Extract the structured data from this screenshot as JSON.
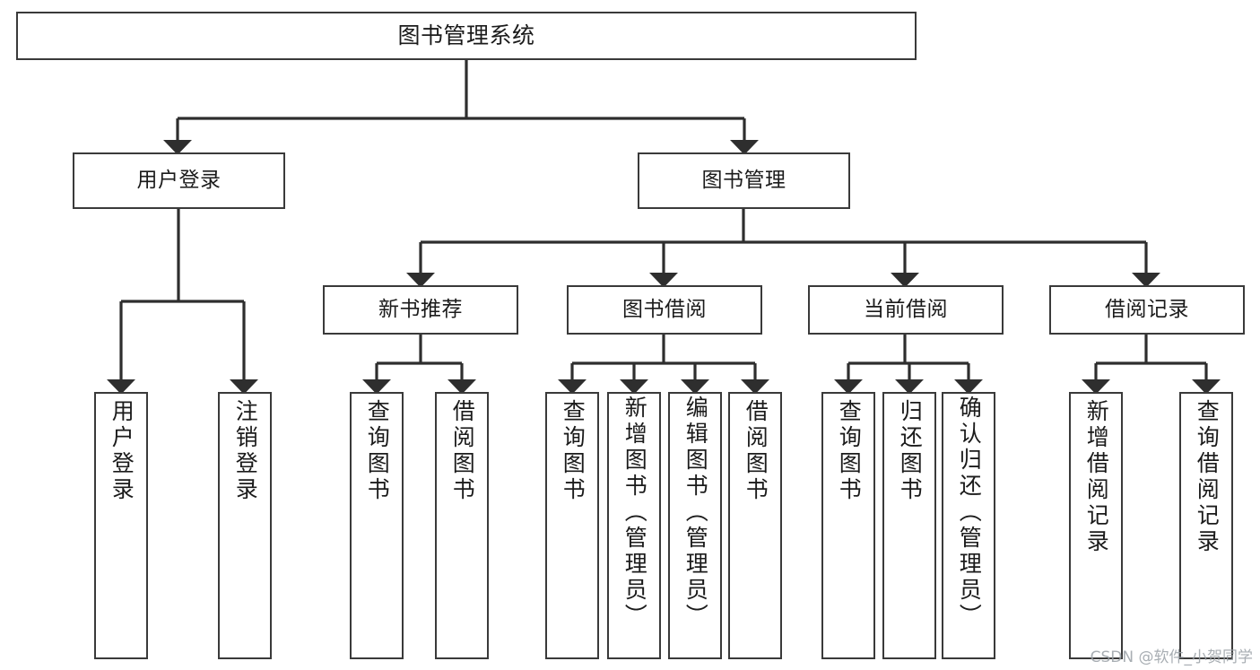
{
  "diagram": {
    "type": "tree",
    "title": "图书管理系统",
    "watermark": "CSDN @软件_小贺同学",
    "colors": {
      "box_border": "#3a3a3a",
      "box_fill": "#ffffff",
      "edge": "#2e2e2e",
      "text": "#1b1b1b",
      "watermark": "#9aa0a6"
    },
    "nodes": {
      "root": {
        "label": "图书管理系统"
      },
      "level2": [
        {
          "id": "user-login",
          "label": "用户登录"
        },
        {
          "id": "book-manage",
          "label": "图书管理"
        }
      ],
      "level3": [
        {
          "id": "new-book-recommend",
          "label": "新书推荐"
        },
        {
          "id": "book-borrow",
          "label": "图书借阅"
        },
        {
          "id": "current-borrow",
          "label": "当前借阅"
        },
        {
          "id": "borrow-record",
          "label": "借阅记录"
        }
      ],
      "leaves": {
        "user_login": [
          {
            "id": "leaf-user-login",
            "label": "用户登录"
          },
          {
            "id": "leaf-logout-login",
            "label": "注销登录"
          }
        ],
        "new_book_recommend": [
          {
            "id": "leaf-query-book-1",
            "label": "查询图书"
          },
          {
            "id": "leaf-borrow-book-1",
            "label": "借阅图书"
          }
        ],
        "book_borrow": [
          {
            "id": "leaf-query-book-2",
            "label": "查询图书"
          },
          {
            "id": "leaf-add-book-admin",
            "label": "新增图书（管理员）"
          },
          {
            "id": "leaf-edit-book-admin",
            "label": "编辑图书（管理员）"
          },
          {
            "id": "leaf-borrow-book-2",
            "label": "借阅图书"
          }
        ],
        "current_borrow": [
          {
            "id": "leaf-query-book-3",
            "label": "查询图书"
          },
          {
            "id": "leaf-return-book",
            "label": "归还图书"
          },
          {
            "id": "leaf-confirm-return-admin",
            "label": "确认归还（管理员）"
          }
        ],
        "borrow_record": [
          {
            "id": "leaf-add-borrow-record",
            "label": "新增借阅记录"
          },
          {
            "id": "leaf-query-borrow-record",
            "label": "查询借阅记录"
          }
        ]
      }
    }
  }
}
